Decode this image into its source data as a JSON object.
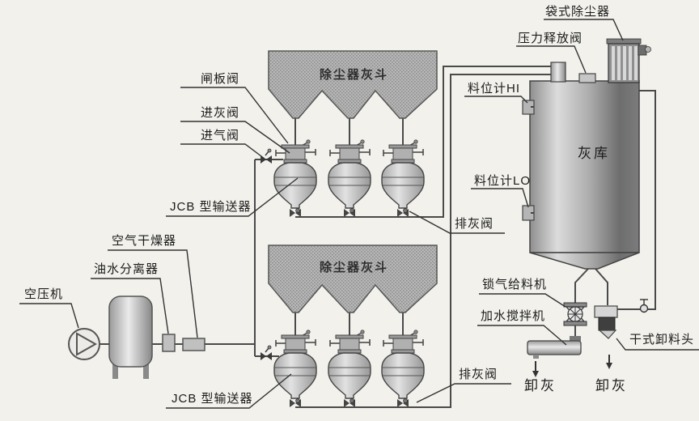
{
  "diagram": {
    "title_context": "ash handling pneumatic conveying system diagram",
    "labels": {
      "bag_filter": "袋式除尘器",
      "pressure_release_valve": "压力释放阀",
      "level_gauge_hi": "料位计HI",
      "level_gauge_lo": "料位计LO",
      "ash_silo": "灰库",
      "dust_collector_hopper_top": "除尘器灰斗",
      "dust_collector_hopper_bottom": "除尘器灰斗",
      "gate_valve": "闸板阀",
      "ash_inlet_valve": "进灰阀",
      "air_inlet_valve": "进气阀",
      "jcb_conveyor_top": "JCB 型输送器",
      "jcb_conveyor_bottom": "JCB 型输送器",
      "ash_discharge_valve_top": "排灰阀",
      "ash_discharge_valve_bottom": "排灰阀",
      "air_dryer": "空气干燥器",
      "oil_water_separator": "油水分离器",
      "air_compressor": "空压机",
      "airlock_feeder": "锁气给料机",
      "water_mixer": "加水搅拌机",
      "dry_discharge_head": "干式卸料头",
      "ash_unload_left": "卸灰",
      "ash_unload_right": "卸灰"
    },
    "colors": {
      "background": "#f2f1ec",
      "pipe": "#4a4a4a",
      "leader": "#333333",
      "hopper_fill": "#b7b7b7",
      "vessel_fill": "#c8c8c8",
      "silo_dark": "#6e6e6e",
      "dark_component": "#3f3f3f",
      "label_text": "#1b1b1b"
    }
  }
}
